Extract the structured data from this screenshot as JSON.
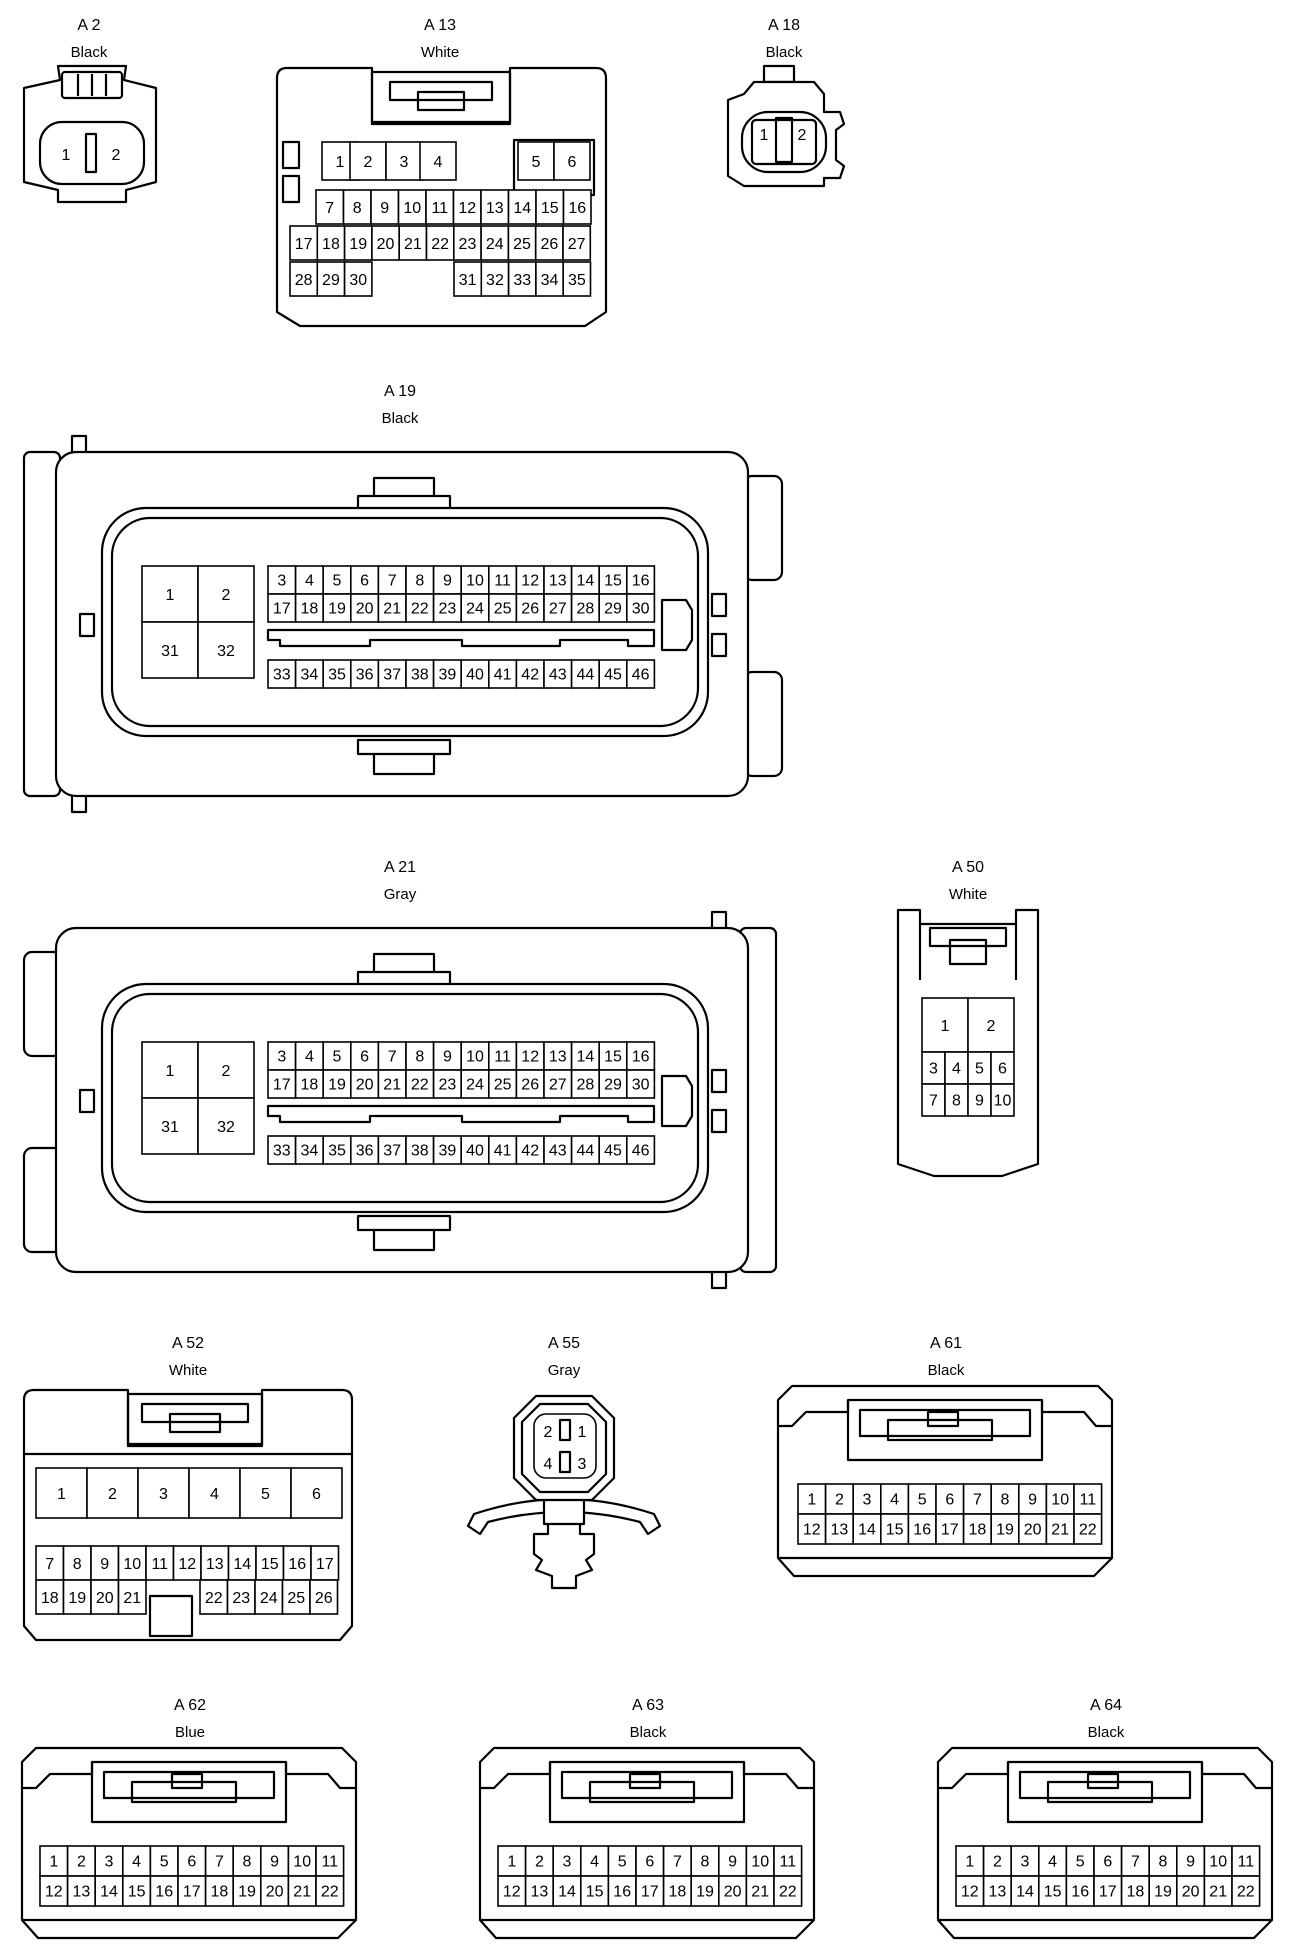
{
  "connectors": [
    {
      "id": "A 2",
      "color": "Black",
      "pins": [
        "1",
        "2"
      ]
    },
    {
      "id": "A 13",
      "color": "White",
      "pins": [
        "1",
        "2",
        "3",
        "4",
        "5",
        "6",
        "7",
        "8",
        "9",
        "10",
        "11",
        "12",
        "13",
        "14",
        "15",
        "16",
        "17",
        "18",
        "19",
        "20",
        "21",
        "22",
        "23",
        "24",
        "25",
        "26",
        "27",
        "28",
        "29",
        "30",
        "31",
        "32",
        "33",
        "34",
        "35"
      ]
    },
    {
      "id": "A 18",
      "color": "Black",
      "pins": [
        "1",
        "2"
      ]
    },
    {
      "id": "A 19",
      "color": "Black",
      "pins": [
        "1",
        "2",
        "3",
        "4",
        "5",
        "6",
        "7",
        "8",
        "9",
        "10",
        "11",
        "12",
        "13",
        "14",
        "15",
        "16",
        "17",
        "18",
        "19",
        "20",
        "21",
        "22",
        "23",
        "24",
        "25",
        "26",
        "27",
        "28",
        "29",
        "30",
        "31",
        "32",
        "33",
        "34",
        "35",
        "36",
        "37",
        "38",
        "39",
        "40",
        "41",
        "42",
        "43",
        "44",
        "45",
        "46"
      ]
    },
    {
      "id": "A 21",
      "color": "Gray",
      "pins": [
        "1",
        "2",
        "3",
        "4",
        "5",
        "6",
        "7",
        "8",
        "9",
        "10",
        "11",
        "12",
        "13",
        "14",
        "15",
        "16",
        "17",
        "18",
        "19",
        "20",
        "21",
        "22",
        "23",
        "24",
        "25",
        "26",
        "27",
        "28",
        "29",
        "30",
        "31",
        "32",
        "33",
        "34",
        "35",
        "36",
        "37",
        "38",
        "39",
        "40",
        "41",
        "42",
        "43",
        "44",
        "45",
        "46"
      ]
    },
    {
      "id": "A 50",
      "color": "White",
      "pins": [
        "1",
        "2",
        "3",
        "4",
        "5",
        "6",
        "7",
        "8",
        "9",
        "10"
      ]
    },
    {
      "id": "A 52",
      "color": "White",
      "pins": [
        "1",
        "2",
        "3",
        "4",
        "5",
        "6",
        "7",
        "8",
        "9",
        "10",
        "11",
        "12",
        "13",
        "14",
        "15",
        "16",
        "17",
        "18",
        "19",
        "20",
        "21",
        "22",
        "23",
        "24",
        "25",
        "26"
      ]
    },
    {
      "id": "A 55",
      "color": "Gray",
      "pins": [
        "1",
        "2",
        "3",
        "4"
      ]
    },
    {
      "id": "A 61",
      "color": "Black",
      "pins": [
        "1",
        "2",
        "3",
        "4",
        "5",
        "6",
        "7",
        "8",
        "9",
        "10",
        "11",
        "12",
        "13",
        "14",
        "15",
        "16",
        "17",
        "18",
        "19",
        "20",
        "21",
        "22"
      ]
    },
    {
      "id": "A 62",
      "color": "Blue",
      "pins": [
        "1",
        "2",
        "3",
        "4",
        "5",
        "6",
        "7",
        "8",
        "9",
        "10",
        "11",
        "12",
        "13",
        "14",
        "15",
        "16",
        "17",
        "18",
        "19",
        "20",
        "21",
        "22"
      ]
    },
    {
      "id": "A 63",
      "color": "Black",
      "pins": [
        "1",
        "2",
        "3",
        "4",
        "5",
        "6",
        "7",
        "8",
        "9",
        "10",
        "11",
        "12",
        "13",
        "14",
        "15",
        "16",
        "17",
        "18",
        "19",
        "20",
        "21",
        "22"
      ]
    },
    {
      "id": "A 64",
      "color": "Black",
      "pins": [
        "1",
        "2",
        "3",
        "4",
        "5",
        "6",
        "7",
        "8",
        "9",
        "10",
        "11",
        "12",
        "13",
        "14",
        "15",
        "16",
        "17",
        "18",
        "19",
        "20",
        "21",
        "22"
      ]
    }
  ]
}
